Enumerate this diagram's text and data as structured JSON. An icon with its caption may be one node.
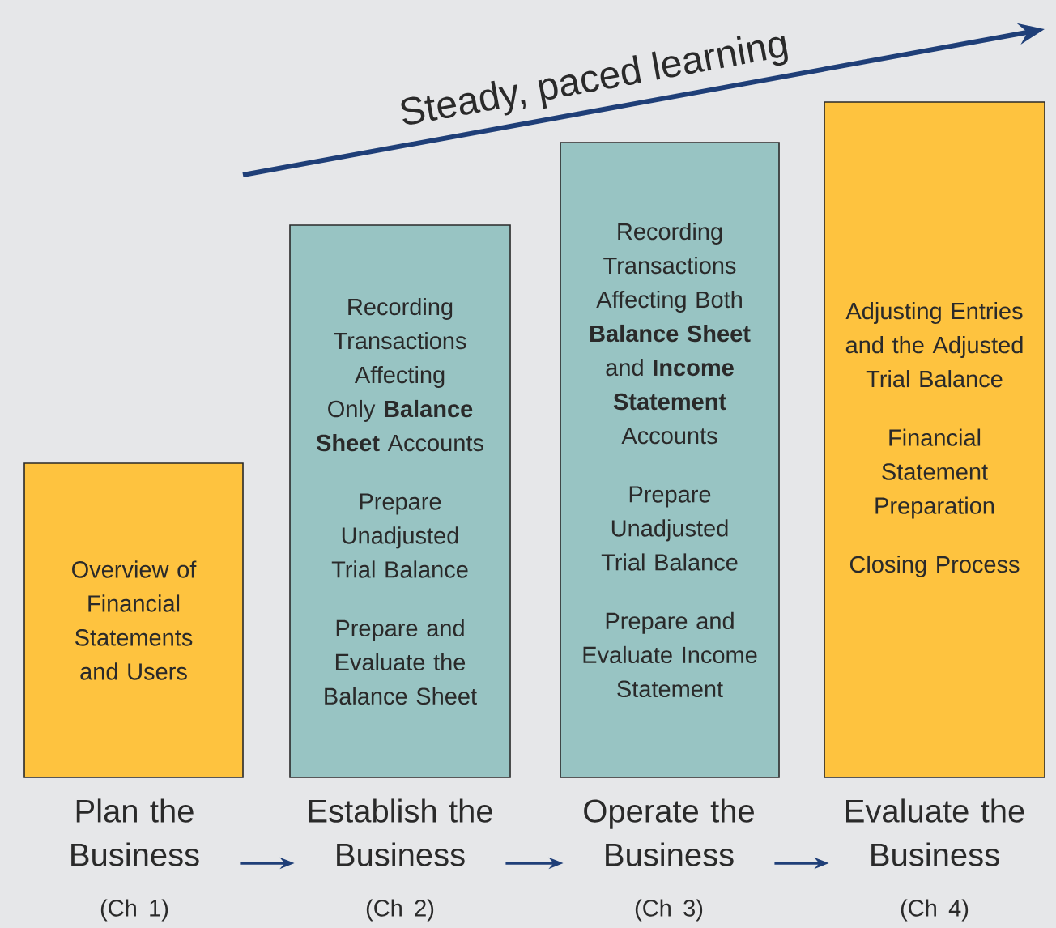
{
  "diagram": {
    "nodes": [
      {
        "text": [
          "Overview of Financial Statements and Users"
        ]
      },
      {
        "text": [
          "Recording Transactions Affecting Only **Balance Sheet** Accounts",
          "Prepare Unadjusted Trial Balance",
          "Prepare and Evaluate the Balance Sheet"
        ]
      },
      {
        "text": [
          "Recording Transactions Affecting Both **Balance Sheet** and **Income Statement** Accounts",
          "Prepare Unadjusted Trial Balance",
          "Prepare and Evaluate Income Statement"
        ]
      },
      {
        "text": [
          "Adjusting Entries and the Adjusted Trial Balance",
          "Financial Statement Preparation",
          "Closing Process"
        ]
      },
      {
        "text": [
          "Plan the Business",
          "(Ch 1)"
        ]
      },
      {
        "text": [
          "Establish the Business",
          "(Ch 2)"
        ]
      },
      {
        "text": [
          "Operate the Business",
          "(Ch 3)"
        ]
      },
      {
        "text": [
          "Evaluate the Business",
          "(Ch 4)"
        ]
      }
    ],
    "edges": [
      {
        "from": 4,
        "to": 5,
        "arrow": "to"
      },
      {
        "from": 5,
        "to": 6,
        "arrow": "to"
      },
      {
        "from": 6,
        "to": 7,
        "arrow": "to"
      }
    ],
    "labels": [
      "Steady, paced learning"
    ]
  }
}
